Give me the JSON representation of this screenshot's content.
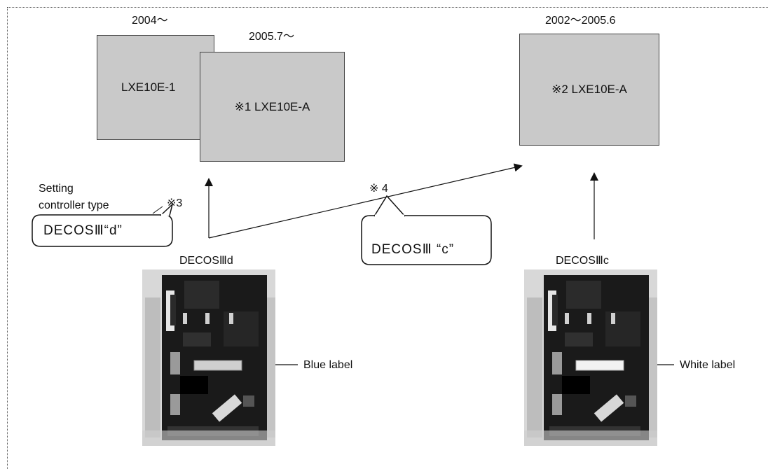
{
  "models": {
    "model_2004": {
      "date": "2004～",
      "label": "LXE10E-1"
    },
    "model_2005": {
      "date": "2005.7～",
      "label": "※1 LXE10E-A"
    },
    "model_2002": {
      "date": "2002～2005.6",
      "label": "※2 LXE10E-A"
    }
  },
  "notes": {
    "setting_line1": "Setting",
    "setting_line2": "controller type",
    "note3": "※3",
    "note4": "※ 4"
  },
  "callouts": {
    "d_callout": "DECOSⅢ“d”",
    "c_callout": "DECOSⅢ “c”"
  },
  "controllers": {
    "left": {
      "name": "DECOSⅢd",
      "label_note": "Blue label"
    },
    "right": {
      "name": "DECOSⅢc",
      "label_note": "White label"
    }
  },
  "colors": {
    "box_fill": "#c9c9c9",
    "board_dark": "#1a1a1a",
    "blue_label": "#cfcfcf",
    "white_label": "#f2f2f2"
  }
}
